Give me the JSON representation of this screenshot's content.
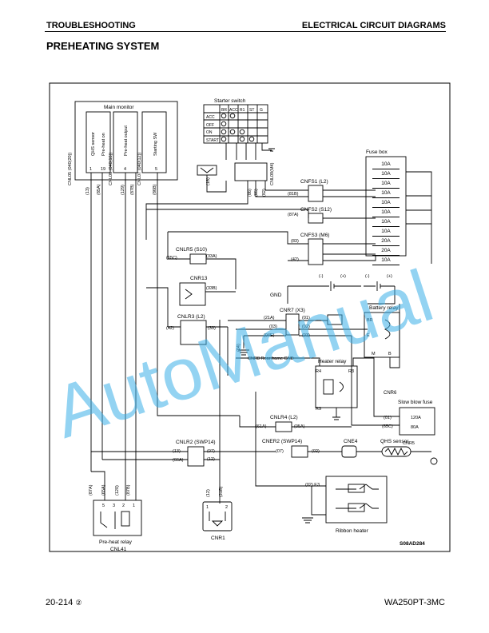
{
  "header": {
    "left": "TROUBLESHOOTING",
    "right": "ELECTRICAL CIRCUIT DIAGRAMS",
    "section_title": "PREHEATING SYSTEM"
  },
  "footer": {
    "page": "20-214",
    "page_mark": "②",
    "model": "WA250PT-3MC"
  },
  "watermark": "AutoManual",
  "diagram": {
    "code": "S08AD284",
    "main_monitor": {
      "label": "Main monitor",
      "slots": [
        "QHS sensor",
        "Pre-heat on",
        "Pre-heat output",
        "Starting SW"
      ],
      "connectors": [
        "CNL05 (040(20))",
        "CNL06 (040(16))",
        "CNL07 (040(12))"
      ],
      "pins": [
        "1",
        "19",
        "4",
        "5"
      ],
      "wires": [
        "(13)",
        "(85A)",
        "(129)",
        "(87B)",
        "(86B)"
      ]
    },
    "starter_switch": {
      "label": "Starter switch",
      "cols": [
        "BR",
        "ACC",
        "R1",
        "ST",
        "G"
      ],
      "rows": [
        "ACC",
        "OFF",
        "ON",
        "START"
      ]
    },
    "fuse_box": {
      "label": "Fuse box",
      "fuses": [
        "10A",
        "10A",
        "10A",
        "10A",
        "10A",
        "10A",
        "10A",
        "10A",
        "20A",
        "20A",
        "10A"
      ]
    },
    "connectors": {
      "cnfs1": "CNFS1 (L2)",
      "cnfs2": "CNFS2 (S12)",
      "cnfs3": "CNFS3 (M6)",
      "cnlr5": "CNLR5 (S10)",
      "cnr13": "CNR13",
      "cnlr3": "CNLR3 (L2)",
      "cnr7": "CNR7 (X3)",
      "cnr8": "CNR8 Rear frame GND",
      "cnlr4": "CNLR4 (L2)",
      "cnlr2": "CNLR2 (SWP14)",
      "cner2": "CNER2 (SWP14)",
      "cne4": "CNE4",
      "cnr6": "CNR6",
      "cnr5": "CNR5",
      "cnr1": "CNR1",
      "cnl09": "CNL09(M4)",
      "cnl41": "CNL41"
    },
    "wires": {
      "w81b": "(81B)",
      "w87a": "(87A)",
      "w83": "(83)",
      "w42": "(42)",
      "w65c": "(65C)",
      "w33a": "(33A)",
      "w33b": "(33B)",
      "w33": "(33)",
      "w21a": "(21A)",
      "w61a": "(61A)",
      "w05a": "(05A)",
      "w66a": "(66A)",
      "w07": "(07)",
      "w12": "(12)",
      "w21b": "(21B)",
      "w02": "(02)",
      "w04": "(04)",
      "w04e": "(04E)",
      "w18": "(18)",
      "w86": "(86)",
      "w85": "(85)",
      "w82": "(82)",
      "w01": "(01)",
      "w03": "(03)",
      "w65c2": "(65C)",
      "w01b": "(01)",
      "w02e3": "(02) E3",
      "relay_wires": [
        "(87A)",
        "(65A)",
        "(120)",
        "(87B)"
      ],
      "cnr1_wires": [
        "(12)",
        "(21B)"
      ]
    },
    "labels": {
      "gnd": "GND",
      "battery_relay": "Battery relay",
      "heater_relay": "Heater relay",
      "slow_blow_fuse": "Slow blow fuse",
      "qhs_sensor": "QHS sensor",
      "ribbon_heater": "Ribbon heater",
      "preheat_relay": "Pre-heat relay",
      "br": "BR",
      "e": "E",
      "m": "M",
      "b": "B",
      "r4": "R4",
      "r3": "R3",
      "r9": "R9",
      "fuse_120a": "120A",
      "fuse_80a": "80A",
      "neg": "(-)",
      "pos": "(+)",
      "relay_pins": [
        "5",
        "3",
        "2",
        "1"
      ],
      "cnr1_pins": [
        "1",
        "2"
      ]
    }
  }
}
